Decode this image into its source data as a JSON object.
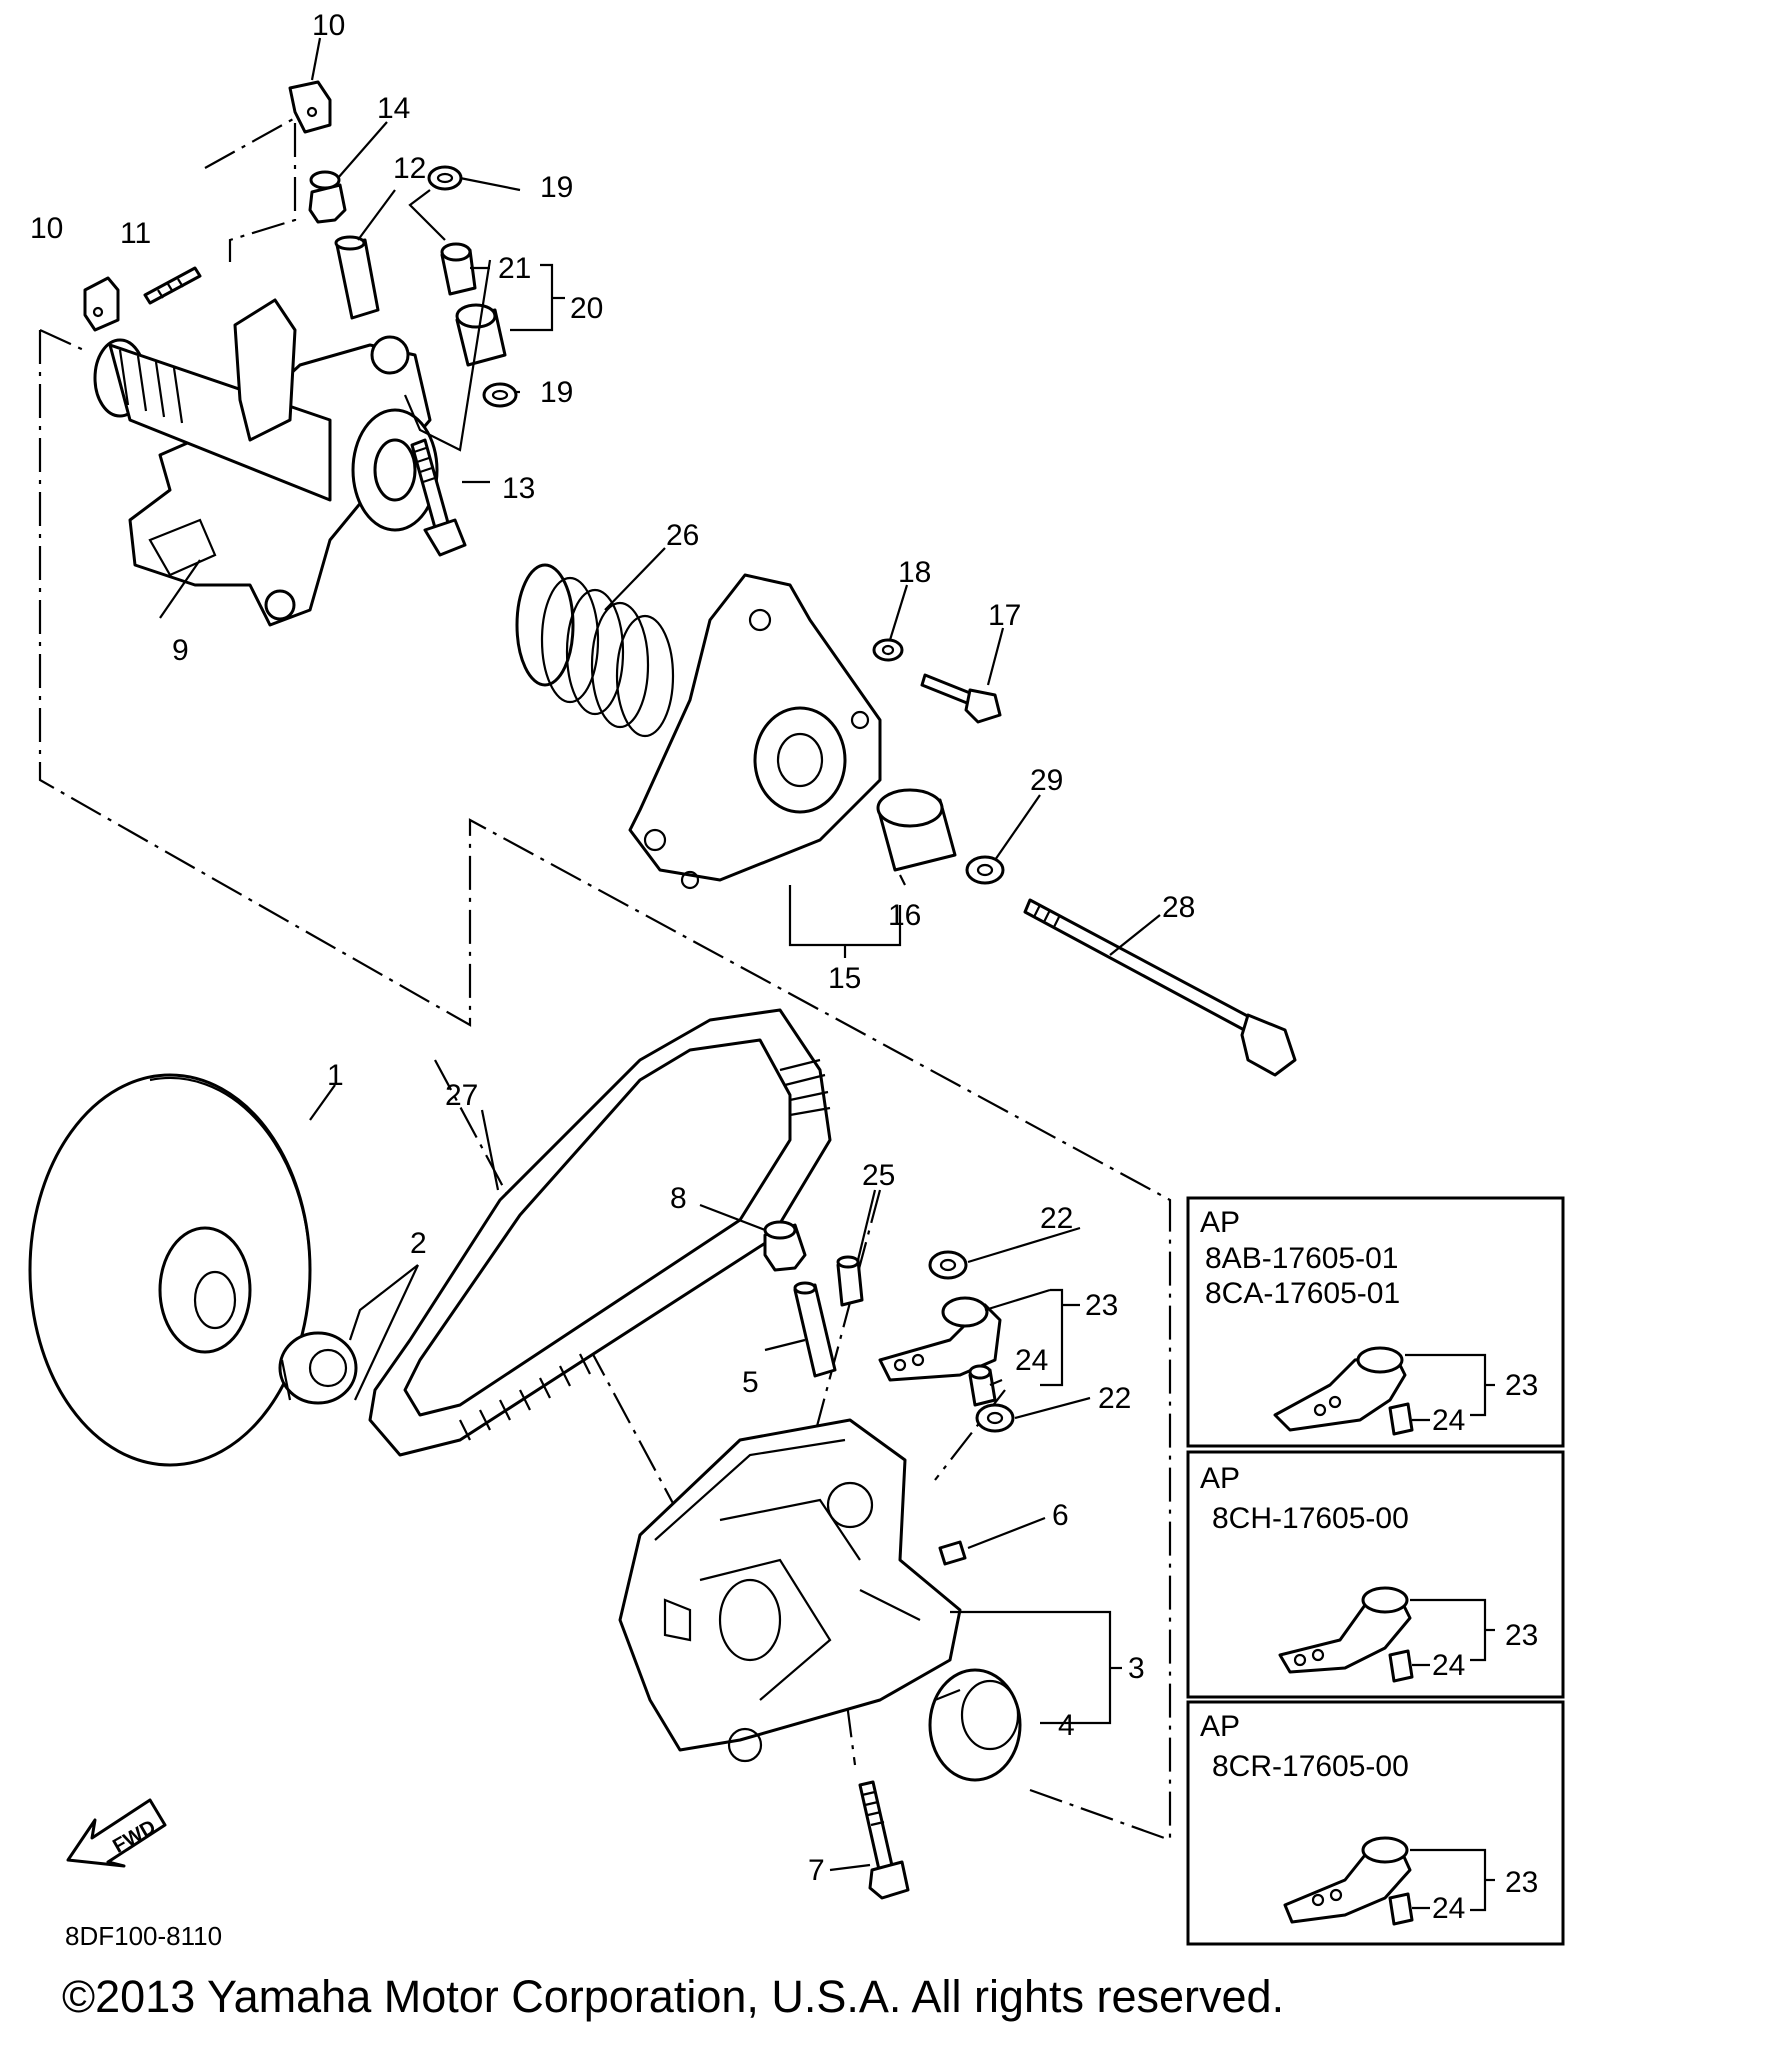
{
  "callouts": {
    "c1": "1",
    "c2": "2",
    "c3": "3",
    "c4": "4",
    "c5": "5",
    "c6": "6",
    "c7": "7",
    "c8": "8",
    "c9": "9",
    "c10a": "10",
    "c10b": "10",
    "c11": "11",
    "c12": "12",
    "c13": "13",
    "c14": "14",
    "c15": "15",
    "c16": "16",
    "c17": "17",
    "c18": "18",
    "c19a": "19",
    "c19b": "19",
    "c20": "20",
    "c21": "21",
    "c22a": "22",
    "c22b": "22",
    "c23": "23",
    "c24": "24",
    "c25": "25",
    "c26": "26",
    "c27": "27",
    "c28": "28",
    "c29": "29"
  },
  "ap_panels": [
    {
      "title": "AP",
      "codes": [
        "8AB-17605-01",
        "8CA-17605-01"
      ],
      "label_23": "23",
      "label_24": "24"
    },
    {
      "title": "AP",
      "codes": [
        "8CH-17605-00"
      ],
      "label_23": "23",
      "label_24": "24"
    },
    {
      "title": "AP",
      "codes": [
        "8CR-17605-00"
      ],
      "label_23": "23",
      "label_24": "24"
    }
  ],
  "fwd_label": "FWD",
  "diagram_code": "8DF100-8110",
  "copyright": "©2013 Yamaha Motor Corporation, U.S.A. All rights reserved."
}
